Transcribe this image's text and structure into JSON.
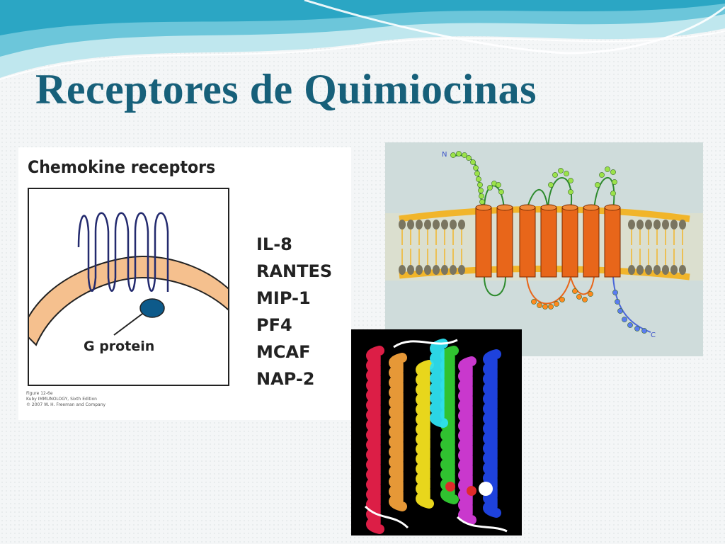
{
  "slide": {
    "title": "Receptores de Quimiocinas"
  },
  "figure_a": {
    "heading": "Chemokine receptors",
    "g_protein_label": "G protein",
    "ligands": [
      "IL-8",
      "RANTES",
      "MIP-1",
      "PF4",
      "MCAF",
      "NAP-2"
    ],
    "caption": [
      "Figure 12-6e",
      "Kuby IMMUNOLOGY, Sixth Edition",
      "© 2007 W. H. Freeman and Company"
    ]
  },
  "figure_b": {
    "n_terminus_label": "N",
    "c_terminus_label": "C",
    "helix_color": "#e8661a",
    "lipid_color": "#f1b52a"
  },
  "figure_c": {
    "helix_colors": [
      "#e8204a",
      "#f2a03a",
      "#f4e21e",
      "#33cc33",
      "#d43bd8",
      "#2046e8",
      "#2ee0f0"
    ]
  }
}
